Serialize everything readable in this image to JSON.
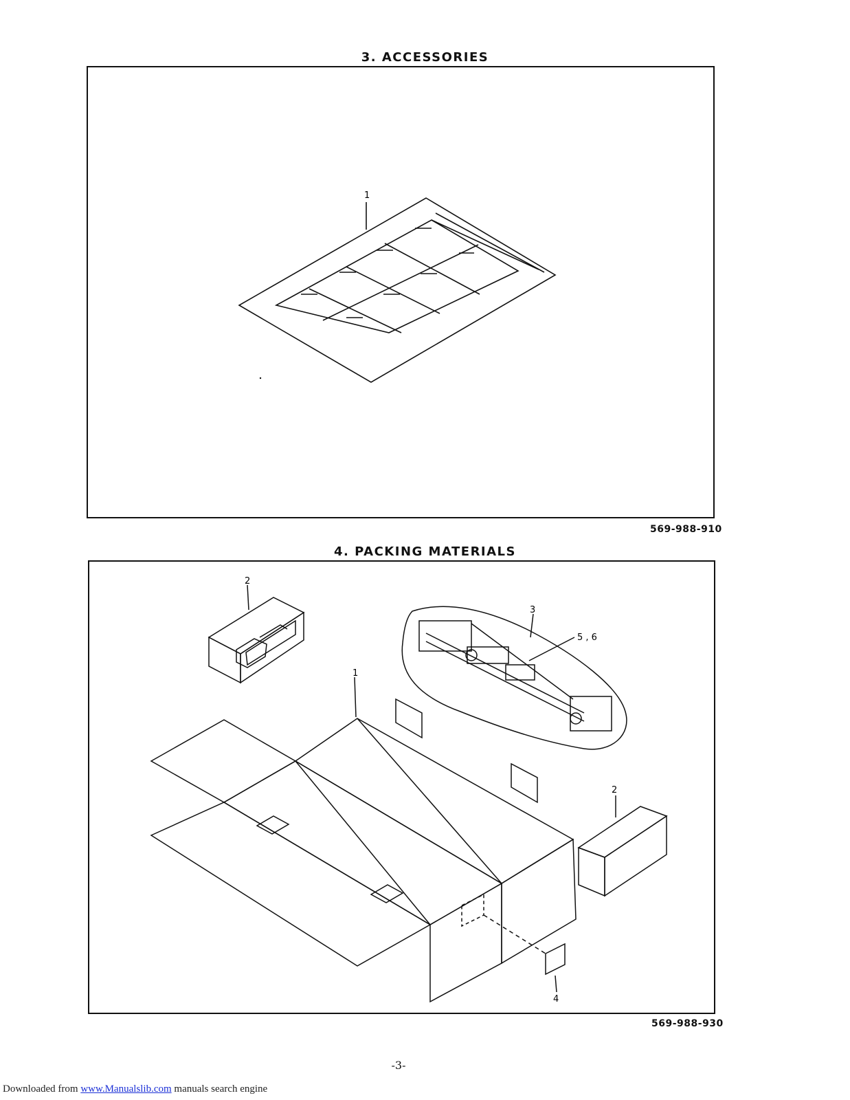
{
  "sections": {
    "accessories": {
      "title": "3.  ACCESSORIES",
      "callouts": [
        "1"
      ],
      "part_code": "569-988-910"
    },
    "packing": {
      "title": "4.  PACKING MATERIALS",
      "callouts": [
        "2",
        "3",
        "5 , 6",
        "1",
        "2",
        "4"
      ],
      "part_code": "569-988-930"
    }
  },
  "page_number": "-3-",
  "footer": {
    "prefix": "Downloaded from ",
    "link_text": "www.Manualslib.com",
    "suffix": " manuals search engine"
  }
}
